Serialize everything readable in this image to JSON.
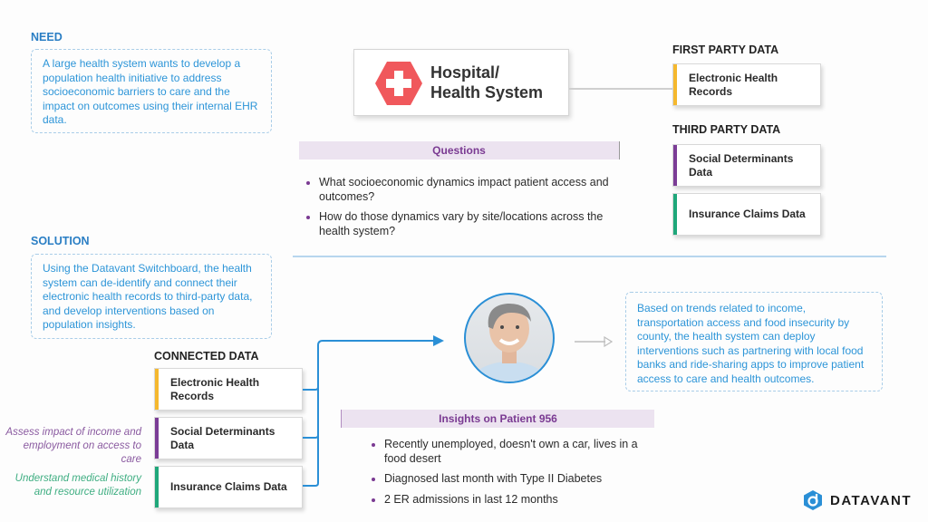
{
  "need": {
    "label": "NEED",
    "text": "A large health system wants to develop a population health initiative to address socioeconomic barriers to care and the impact on outcomes using their internal EHR data."
  },
  "hospital": {
    "icon": "hospital-cross-icon",
    "title_line1": "Hospital/",
    "title_line2": "Health System"
  },
  "first_party": {
    "label": "FIRST PARTY DATA",
    "items": [
      {
        "label": "Electronic Health Records",
        "color": "#f5b82e"
      }
    ]
  },
  "third_party": {
    "label": "THIRD PARTY DATA",
    "items": [
      {
        "label": "Social Determinants Data",
        "color": "#7b3d96"
      },
      {
        "label": "Insurance Claims Data",
        "color": "#1fa77a"
      }
    ]
  },
  "questions": {
    "title": "Questions",
    "items": [
      "What socioeconomic dynamics impact patient access and outcomes?",
      "How do those dynamics vary by site/locations across the health system?"
    ]
  },
  "solution": {
    "label": "SOLUTION",
    "text": "Using the Datavant Switchboard, the health system can de-identify and connect their electronic health records to third-party data, and develop interventions based on population insights."
  },
  "connected": {
    "label": "CONNECTED DATA",
    "items": [
      {
        "label": "Electronic Health Records",
        "color": "#f5b82e",
        "note": ""
      },
      {
        "label": "Social Determinants Data",
        "color": "#7b3d96",
        "note": "Assess impact of income and employment on access to care",
        "note_color": "#8a5aa0"
      },
      {
        "label": "Insurance Claims Data",
        "color": "#1fa77a",
        "note": "Understand medical history and resource utilization",
        "note_color": "#3fae82"
      }
    ]
  },
  "patient": {
    "avatar": "patient-photo",
    "insights_title": "Insights on Patient 956",
    "insights": [
      "Recently unemployed, doesn't own a car, lives in a food desert",
      "Diagnosed last month with Type II Diabetes",
      "2 ER admissions in last 12 months"
    ]
  },
  "outcome": {
    "text": "Based on trends related to income, transportation access and food insecurity by county, the health system can deploy interventions such as partnering with local food banks and ride-sharing apps to improve patient access to care and health outcomes."
  },
  "brand": {
    "name": "DATAVANT",
    "accent": "#2a8fd6"
  }
}
